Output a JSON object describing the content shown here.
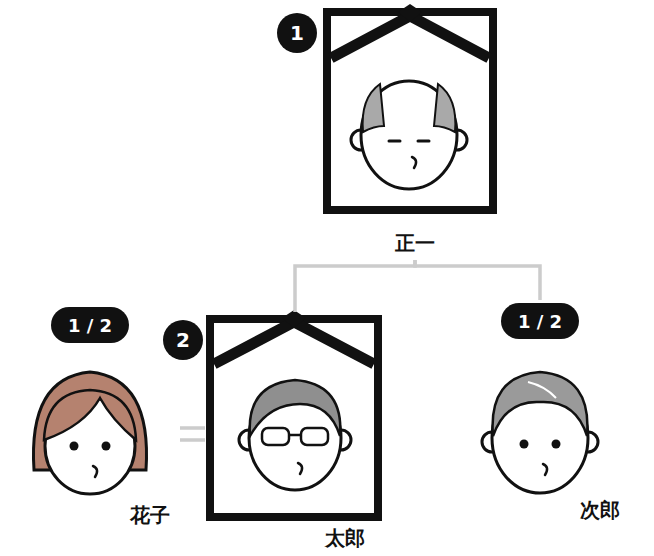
{
  "diagram": {
    "nodes": [
      {
        "text": [
          "正一"
        ]
      },
      {
        "text": [
          "花子"
        ]
      },
      {
        "text": [
          "太郎"
        ]
      },
      {
        "text": [
          "次郎"
        ]
      }
    ],
    "edges": [
      {
        "from": 0,
        "to": 2,
        "arrow": "none"
      },
      {
        "from": 0,
        "to": 3,
        "arrow": "none"
      },
      {
        "from": 1,
        "to": 2,
        "arrow": "none"
      }
    ],
    "labels": [
      "1",
      "1 / 2",
      "2",
      "1 / 2"
    ]
  }
}
